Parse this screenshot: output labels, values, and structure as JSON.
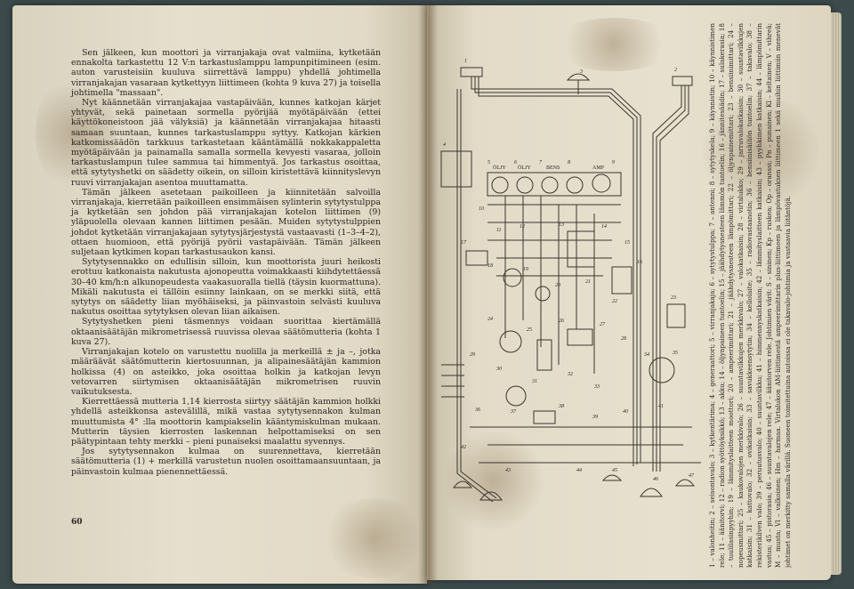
{
  "left_page": {
    "paragraphs": [
      "Sen jälkeen, kun moottori ja virranjakaja ovat valmiina, kytketään ennakolta tarkastettu 12 V:n tarkastuslamppu lampunpitimineen (esim. auton varusteisiin kuuluva siirrettävä lamppu) yhdellä johtimella virranjakajan vasaraan kytkettyyn liittimeen (kohta 9 kuva 27) ja toisella johtimella \"massaan\".",
      "Nyt käännetään virranjakajaa vastapäivään, kunnes katkojan kärjet yhtyvät, sekä painetaan sormella pyörijää myötäpäivään (ettei käyttökoneistoon jää välyksiä) ja käännetään virranjakajaa hitaasti samaan suuntaan, kunnes tarkastuslamppu syttyy. Katkojan kärkien katkomissäädön tarkkuus tarkastetaan kääntämällä nokkakappaletta myötäpäivään ja painamalla samalla sormella kevyesti vasaraa, jolloin tarkastuslampun tulee sammua tai himmentyä. Jos tarkastus osoittaa, että sytytyshetki on säädetty oikein, on silloin kiristettävä kiinnityslevyn ruuvi virranjakajan asentoa muuttamatta.",
      "Tämän jälkeen asetetaan paikoilleen ja kiinnitetään salvoilla virranjakaja, kierretään paikoilleen ensimmäisen sylinterin sytytystulppa ja kytketään sen johdon pää virranjakajan kotelon liittimen (9) yläpuolella olevaan kannen liittimen pesään. Muiden sytytystulppien johdot kytketään virranjakajaan sytytysjärjestystä vastaavasti (1–3–4–2), ottaen huomioon, että pyörijä pyörii vastapäivään. Tämän jälkeen suljetaan kytkimen kopan tarkastusaukon kansi.",
      "Sytytysennakko on edullisin silloin, kun moottorista juuri heikosti erottuu katkonaista nakutusta ajonopeutta voimakkaasti kiihdytettäessä 30–40 km/h:n alkunopeudesta vaakasuoralla tiellä (täysin kuormattuna). Mikäli nakutusta ei tällöin esiinny lainkaan, on se merkki siitä, että sytytys on säädetty liian myöhäiseksi, ja päinvastoin selvästi kuuluva nakutus osoittaa sytytyksen olevan liian aikaisen.",
      "Sytytyshetken pieni täsmennys voidaan suorittaa kiertämällä oktaanisäätäjän mikrometrisessä ruuvissa olevaa säätömutteria (kohta 1 kuva 27).",
      "Virranjakajan kotelo on varustettu nuolilla ja merkeillä ± ja –, jotka määräävät säätömutterin kiertosuunnan, ja alipainesäätäjän kammion holkissa (4) on asteikko, joka osoittaa holkin ja katkojan levyn vetovarren siirtymisen oktaanisäätäjän mikrometrisen ruuvin vaikutuksesta.",
      "Kierrettäessä mutteria 1,14 kierrosta siirtyy säätäjän kammion holkki yhdellä asteikkonsa astevälillä, mikä vastaa sytytysennakon kulman muuttumista 4° :lla moottorin kampiakselin kääntymiskulman mukaan. Mutterin täysien kierrosten laskennan helpottamiseksi on sen päätypintaan tehty merkki – pieni punaiseksi maalattu syvennys.",
      "Jos sytytysennakon kulmaa on suurennettava, kierretään säätömutteria (1) + merkillä varustetun nuolen osoittamaansuuntaan, ja päinvastoin kulmaa pienennettäessä."
    ],
    "page_number": "60"
  },
  "diagram": {
    "gauge_labels": [
      "ÖLJY",
      "ÖLJY",
      "BENS",
      "AMP"
    ],
    "callout_numbers": [
      "1",
      "2",
      "3",
      "4",
      "5",
      "6",
      "7",
      "8",
      "9",
      "10",
      "11",
      "12",
      "13",
      "14",
      "15",
      "16",
      "17",
      "18",
      "19",
      "20",
      "21",
      "22",
      "23",
      "24",
      "25",
      "26",
      "27",
      "28",
      "29",
      "30",
      "31",
      "32",
      "33",
      "34",
      "35",
      "36",
      "37",
      "38",
      "39",
      "40",
      "41",
      "42",
      "43",
      "44",
      "45",
      "46",
      "47"
    ]
  },
  "legend": {
    "text": "1 – valonheitin; 2 – seisontavalo; 3 – kytkentärima; 4 – generaattori; 5 – virranjakaja; 6 – sytytystulppa; 7 – antenni; 8 – sytytyskela; 9 – käynnistin; 10 – käynnistimen rele; 11 – äänitorvi; 12 – radion syöttöyksikkö; 13 – akku; 14 – öljynpaineen tuntoelin; 15 – jäähdytysnesteen lämmön tuntoelin; 16 – jännitesäädin; 17 – sulakerasia; 18 – tuulilasinpyyhin; 19 – lämmityslaitteen moottori; 20 – ampeerimittari; 21 – jäähdytysnesteen lämpömittari; 22 – öljynpainemittari; 23 – bensiinimittari; 24 – nopeusmittari; 25 – kaukovalojen merkkivalo; 26 – suuntavilkkujen merkkivalo; 27 – valokatkaisin; 28 – virtalukko; 29 – jarruvalokatkaisin; 30 – suuntavilkkujen katkaisin; 31 – kattovalo; 32 – ovikatkaisin; 33 – savukkeensytytin; 34 – kellolaite; 35 – radiovastaanotin; 36 – bensiinisäiliön tuntoelin; 37 – takavalo; 38 – rekisterikilven valo; 39 – peruutusvalo; 40 – suuntavilkku; 41 – himmennyskatkaisin; 42 – lämmityslaitteen katkaisin; 43 – pyyhkimen katkaisin; 44 – lämpömittarin vastus; 45 – pistorasia; 46 – suuntavalojen rele; 47 – äänitorven rele. Johtimien värit: S – sininen; Kp – ruskea; Op – oranssi; Pn – punainen; Kl – keltainen; V – vihreä; M – musta; Vl – valkoinen; Hm – harmaa. Virtalukon AM-liittimestä ampeerimittarin plus-liittimeen ja lämpövastuksen liittimeen 1 sekä muihin liittimiin menevät johtimet on merkitty samalla värillä. Suoneen toimitettuina autoissa ei ole takavalo-johtimia ja vastaavia liitäntöjä."
  },
  "colors": {
    "paper": "#e4dcc9",
    "ink": "#2a2520",
    "background": "#3c4a4c"
  }
}
